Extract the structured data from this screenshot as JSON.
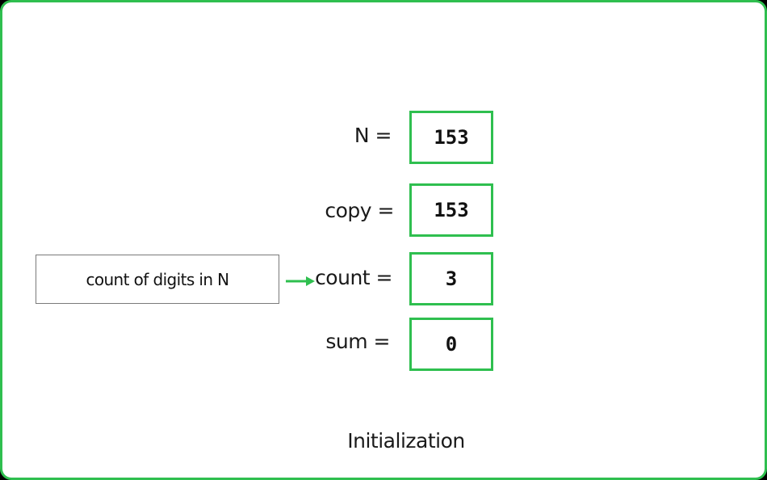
{
  "variables": [
    {
      "label": "N =",
      "value": "153"
    },
    {
      "label": "copy =",
      "value": "153"
    },
    {
      "label": "count =",
      "value": "3"
    },
    {
      "label": "sum =",
      "value": "0"
    }
  ],
  "note": "count of digits in N",
  "caption": "Initialization",
  "colors": {
    "accent": "#2fbf4f",
    "background": "#ffffff",
    "outer": "#000000",
    "note_border": "#7a7a7a"
  }
}
